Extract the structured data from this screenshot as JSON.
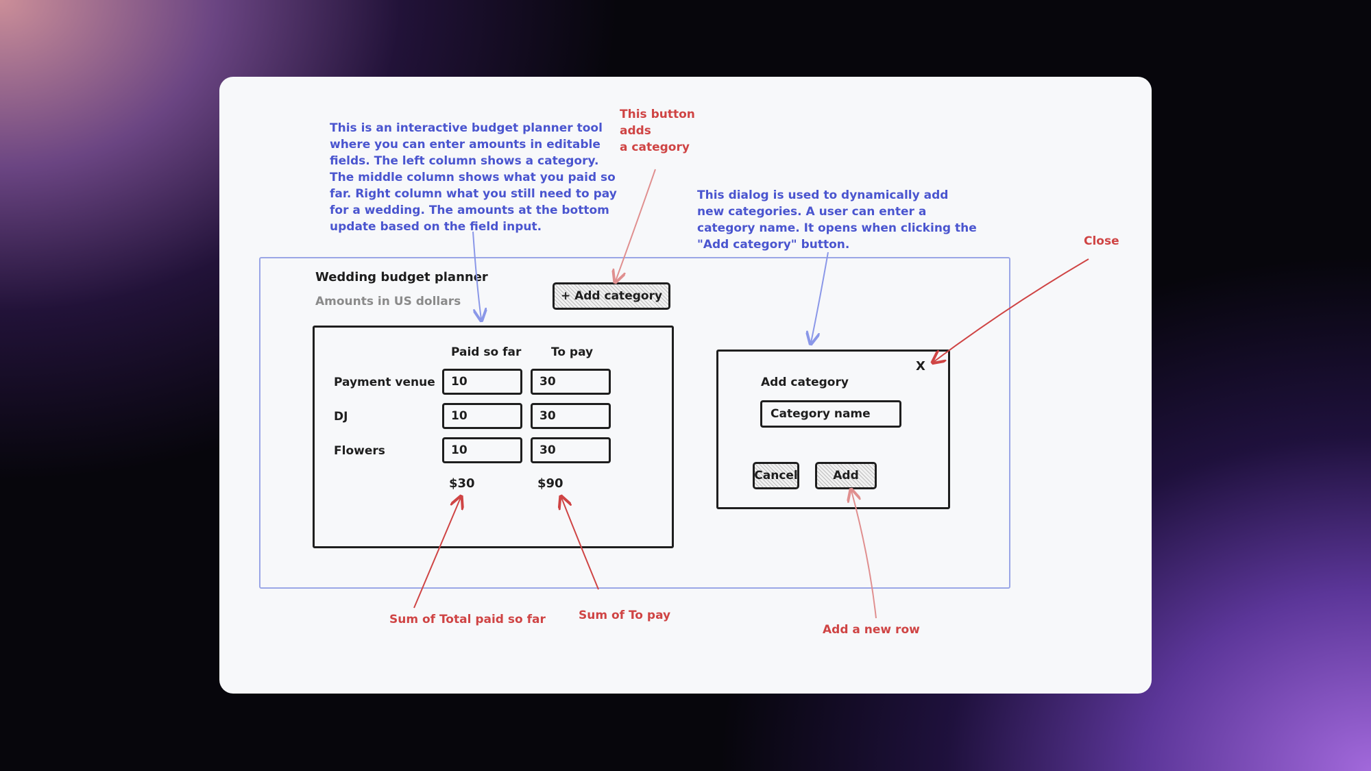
{
  "annotations": {
    "description": "This is an interactive budget planner tool where you can enter amounts in editable fields. The left column shows a category. The middle column shows what you paid so far. Right column what you still need to pay for a wedding. The amounts at the bottom update based on the field input.",
    "add_button_note": "This button\n adds\na category",
    "dialog_note": "This dialog is used to dynamically add new categories. A user can enter a category name. It opens when clicking the \"Add category\" button.",
    "close_note": "Close",
    "sum_paid_note": "Sum of Total paid so far",
    "sum_topay_note": "Sum of To pay",
    "add_row_note": "Add a  new row"
  },
  "app": {
    "title": "Wedding budget planner",
    "subtitle": "Amounts in US dollars",
    "add_category_label": "+ Add category"
  },
  "table": {
    "headers": {
      "paid": "Paid so far",
      "to_pay": "To pay"
    },
    "rows": [
      {
        "label": "Payment venue",
        "paid": "10",
        "to_pay": "30"
      },
      {
        "label": "DJ",
        "paid": "10",
        "to_pay": "30"
      },
      {
        "label": "Flowers",
        "paid": "10",
        "to_pay": "30"
      }
    ],
    "totals": {
      "paid": "$30",
      "to_pay": "$90"
    }
  },
  "dialog": {
    "title": "Add category",
    "close_label": "X",
    "input_placeholder": "Category name",
    "cancel_label": "Cancel",
    "add_label": "Add"
  },
  "colors": {
    "annotation_blue": "#4a55cf",
    "annotation_red": "#cf4444",
    "frame_blue": "#9aa6e6",
    "sketch_ink": "#1e1e1e"
  }
}
